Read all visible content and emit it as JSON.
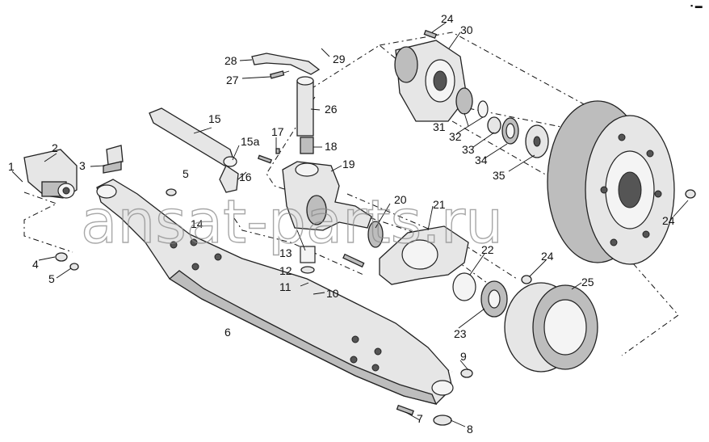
{
  "watermark": "ansat-parts.ru",
  "corner_mark": "▪ ▬",
  "callouts": [
    "1",
    "2",
    "3",
    "4",
    "5",
    "5",
    "6",
    "7",
    "8",
    "9",
    "10",
    "11",
    "12",
    "13",
    "14",
    "15",
    "15a",
    "16",
    "17",
    "18",
    "19",
    "20",
    "21",
    "22",
    "23",
    "24",
    "24",
    "24",
    "25",
    "26",
    "27",
    "28",
    "29",
    "30",
    "31",
    "32",
    "33",
    "34",
    "35"
  ]
}
